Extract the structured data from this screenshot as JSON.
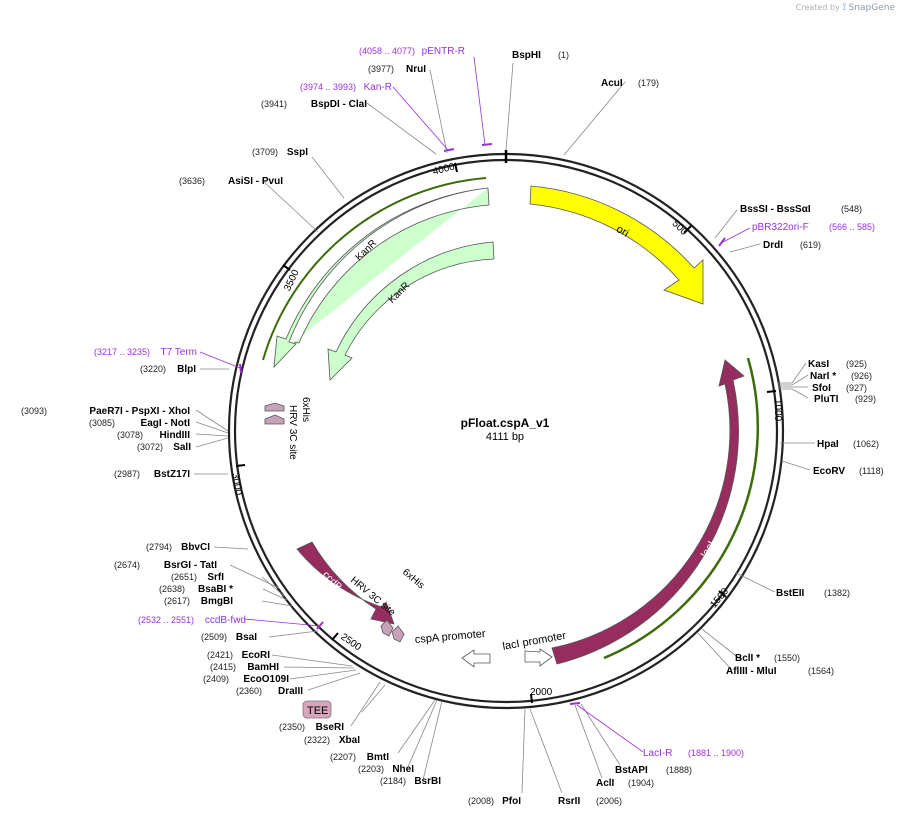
{
  "credit": {
    "prefix": "Created by",
    "brand": "SnapGene"
  },
  "plasmid": {
    "name": "pFloat.cspA_v1",
    "size_label": "4111 bp",
    "length": 4111
  },
  "colors": {
    "backbone": "#222222",
    "primer": "#9b30d9",
    "site_name": "#000000",
    "site_pos": "#222222",
    "ori": "#ffff00",
    "kanr": "#ccffcc",
    "laci": "#962d5e",
    "ccdb": "#962d5e",
    "tag": "#c8a2b8",
    "promoter": "#ffffff",
    "terminator": "#d8a6bc",
    "green_line": "#3d6b0a"
  },
  "ticks": [
    "500",
    "1000",
    "1500",
    "2000",
    "2500",
    "3000",
    "3500",
    "4000"
  ],
  "sites": [
    {
      "name": "BspHI",
      "pos": "(1)"
    },
    {
      "name": "AcuI",
      "pos": "(179)"
    },
    {
      "name": "BssSI  - BssSαI",
      "pos": "(548)"
    },
    {
      "name": "DrdI",
      "pos": "(619)"
    },
    {
      "name": "KasI",
      "pos": "(925)"
    },
    {
      "name": "NarI *",
      "pos": "(926)"
    },
    {
      "name": "SfoI",
      "pos": "(927)"
    },
    {
      "name": "PluTI",
      "pos": "(929)"
    },
    {
      "name": "HpaI",
      "pos": "(1062)"
    },
    {
      "name": "EcoRV",
      "pos": "(1118)"
    },
    {
      "name": "BstEII",
      "pos": "(1382)"
    },
    {
      "name": "BclI *",
      "pos": "(1550)"
    },
    {
      "name": "AflIII  - MluI",
      "pos": "(1564)"
    },
    {
      "name": "BstAPI",
      "pos": "(1888)"
    },
    {
      "name": "AclI",
      "pos": "(1904)"
    },
    {
      "name": "RsrII",
      "pos": "(2006)"
    },
    {
      "name": "PfoI",
      "pos": "(2008)"
    },
    {
      "name": "BsrBI",
      "pos": "(2184)"
    },
    {
      "name": "NheI",
      "pos": "(2203)"
    },
    {
      "name": "BmtI",
      "pos": "(2207)"
    },
    {
      "name": "XbaI",
      "pos": "(2322)"
    },
    {
      "name": "BseRI",
      "pos": "(2350)"
    },
    {
      "name": "DraIII",
      "pos": "(2360)"
    },
    {
      "name": "EcoO109I",
      "pos": "(2409)"
    },
    {
      "name": "BamHI",
      "pos": "(2415)"
    },
    {
      "name": "EcoRI",
      "pos": "(2421)"
    },
    {
      "name": "BsaI",
      "pos": "(2509)"
    },
    {
      "name": "BmgBI",
      "pos": "(2617)"
    },
    {
      "name": "BsaBI *",
      "pos": "(2638)"
    },
    {
      "name": "SrfI",
      "pos": "(2651)"
    },
    {
      "name": "BsrGI  - TatI",
      "pos": "(2674)"
    },
    {
      "name": "BbvCI",
      "pos": "(2794)"
    },
    {
      "name": "BstZ17I",
      "pos": "(2987)"
    },
    {
      "name": "SalI",
      "pos": "(3072)"
    },
    {
      "name": "HindIII",
      "pos": "(3078)"
    },
    {
      "name": "EagI  - NotI",
      "pos": "(3085)"
    },
    {
      "name": "PaeR7I  - PspXI  - XhoI",
      "pos": "(3093)"
    },
    {
      "name": "BlpI",
      "pos": "(3220)"
    },
    {
      "name": "AsiSI  - PvuI",
      "pos": "(3636)"
    },
    {
      "name": "SspI",
      "pos": "(3709)"
    },
    {
      "name": "BspDI  - ClaI",
      "pos": "(3941)"
    },
    {
      "name": "NruI",
      "pos": "(3977)"
    }
  ],
  "primers": [
    {
      "name": "pENTR-R",
      "pos": "(4058 .. 4077)"
    },
    {
      "name": "Kan-R",
      "pos": "(3974 .. 3993)"
    },
    {
      "name": "pBR322ori-F",
      "pos": "(566 .. 585)"
    },
    {
      "name": "T7 Term",
      "pos": "(3217 .. 3235)"
    },
    {
      "name": "ccdB-fwd",
      "pos": "(2532 .. 2551)"
    },
    {
      "name": "LacI-R",
      "pos": "(1881 .. 1900)"
    }
  ],
  "features": {
    "ori": "ori",
    "kanr_outer": "KanR",
    "kanr_inner": "KanR",
    "laci": "lacI",
    "ccdb": "ccdB",
    "his_left": "6xHis",
    "hrv_left": "HRV 3C site",
    "hrv_bottom": "HRV 3C site",
    "his_bottom": "6xHis",
    "cspa_promoter": "cspA promoter",
    "laci_promoter": "lacI promoter",
    "tee": "TEE"
  }
}
